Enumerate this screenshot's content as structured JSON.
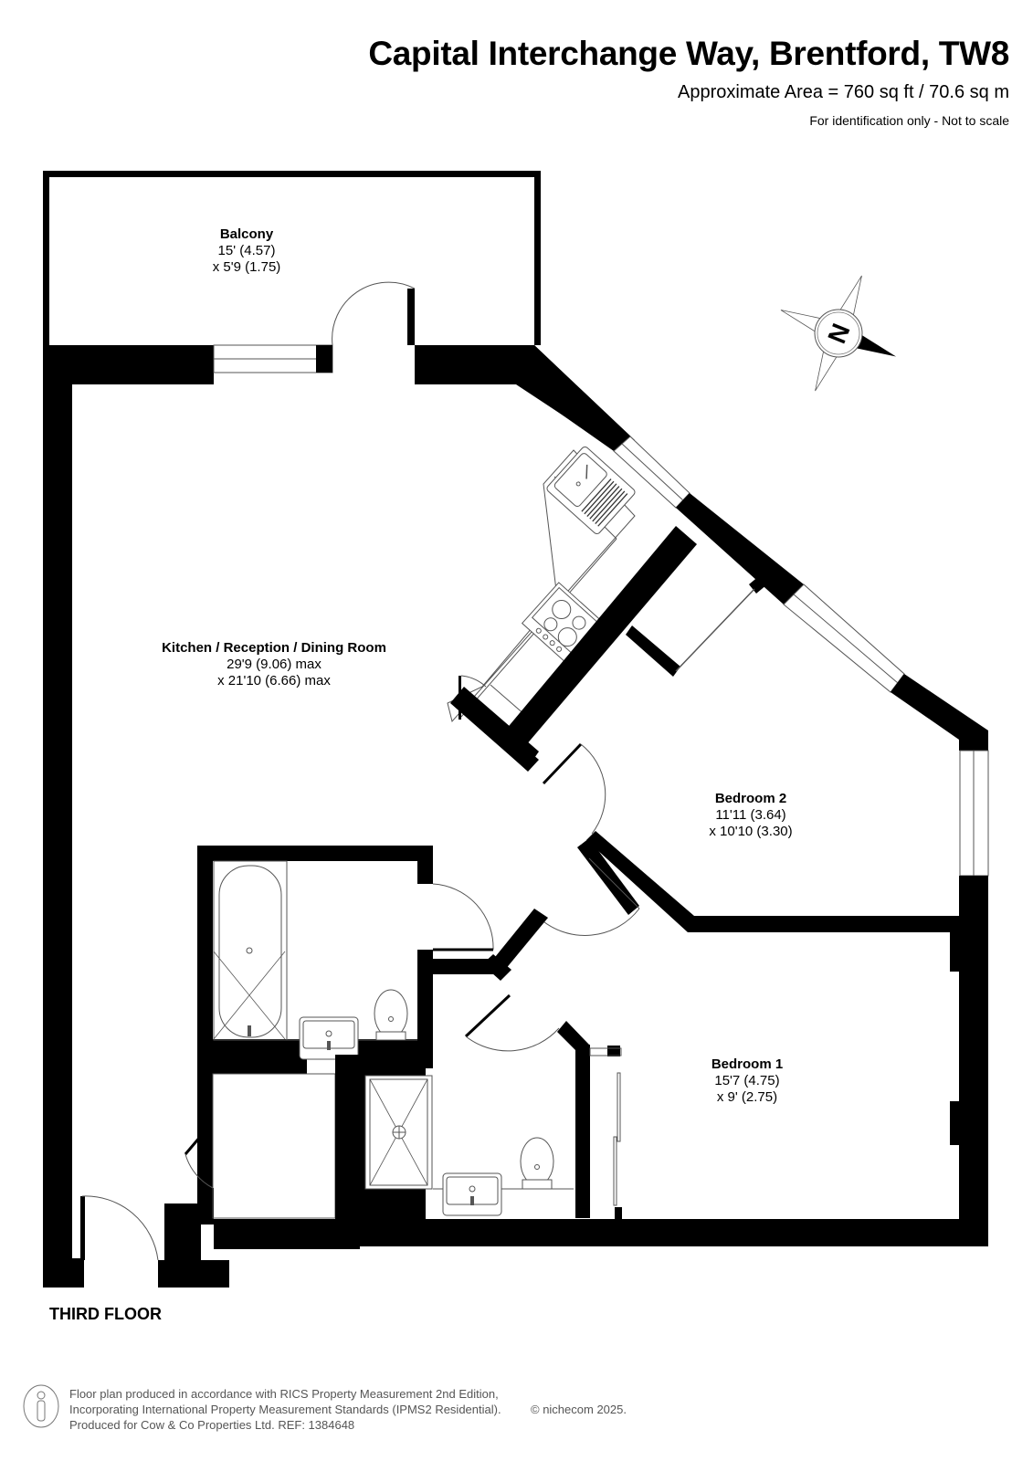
{
  "header": {
    "title": "Capital Interchange Way, Brentford, TW8",
    "area": "Approximate Area = 760 sq ft / 70.6 sq m",
    "disclaimer": "For identification only - Not to scale"
  },
  "rooms": [
    {
      "name": "Balcony",
      "dim1": "15' (4.57)",
      "dim2": "x 5'9 (1.75)"
    },
    {
      "name": "Kitchen / Reception / Dining Room",
      "dim1": "29'9 (9.06) max",
      "dim2": "x 21'10 (6.66) max"
    },
    {
      "name": "Bedroom 2",
      "dim1": "11'11 (3.64)",
      "dim2": "x 10'10 (3.30)"
    },
    {
      "name": "Bedroom 1",
      "dim1": "15'7 (4.75)",
      "dim2": "x 9' (2.75)"
    }
  ],
  "compass": {
    "label": "N",
    "icon": "compass-rose-icon"
  },
  "floor_label": "THIRD FLOOR",
  "footer": {
    "line1": "Floor plan produced in accordance with RICS Property Measurement 2nd Edition,",
    "line2": "Incorporating International Property Measurement Standards (IPMS2 Residential).",
    "line3": "Produced for Cow & Co Properties Ltd.   REF: 1384648",
    "copyright": "© nichecom 2025."
  },
  "colors": {
    "wall": "#000000",
    "fixture_line": "#555555",
    "background": "#ffffff",
    "footer_text": "#555555"
  }
}
